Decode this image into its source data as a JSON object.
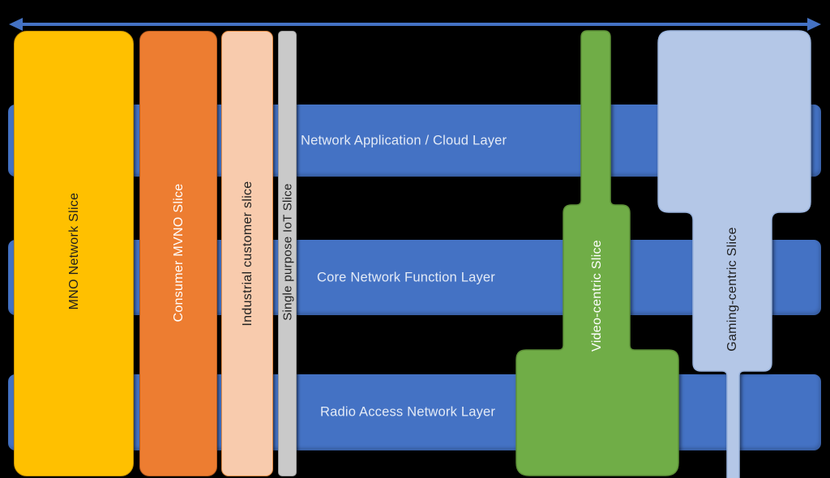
{
  "canvas": {
    "background_color": "#000000"
  },
  "top_arrow": {
    "color": "#4472C4"
  },
  "layer_bars": {
    "fill": "#4472C4",
    "label_color": "#E3EAF6",
    "items": [
      {
        "label": "Network Application / Cloud Layer"
      },
      {
        "label": "Core Network Function Layer"
      },
      {
        "label": "Radio Access Network Layer"
      }
    ]
  },
  "network_slices": [
    {
      "label": "MNO Network Slice",
      "fill": "#FFC000",
      "border": "#C79100",
      "label_color": "#1F1F1F"
    },
    {
      "label": "Consumer MVNO Slice",
      "fill": "#ED7D31",
      "border": "#B55A1D",
      "label_color": "#FFFFFF"
    },
    {
      "label": "Industrial customer slice",
      "fill": "#F8CBAD",
      "border": "#E0873F",
      "label_color": "#1F1F1F"
    },
    {
      "label": "Single purpose IoT Slice",
      "fill": "#C9C9C9",
      "border": "#9C9C9C",
      "label_color": "#1F1F1F"
    },
    {
      "label": "Video-centric Slice",
      "fill": "#70AD47",
      "border": "#5E9138",
      "label_color": "#FFFFFF"
    },
    {
      "label": "Gaming-centric Slice",
      "fill": "#B4C7E7",
      "border": "#9AB3DC",
      "label_color": "#1F1F1F"
    }
  ]
}
